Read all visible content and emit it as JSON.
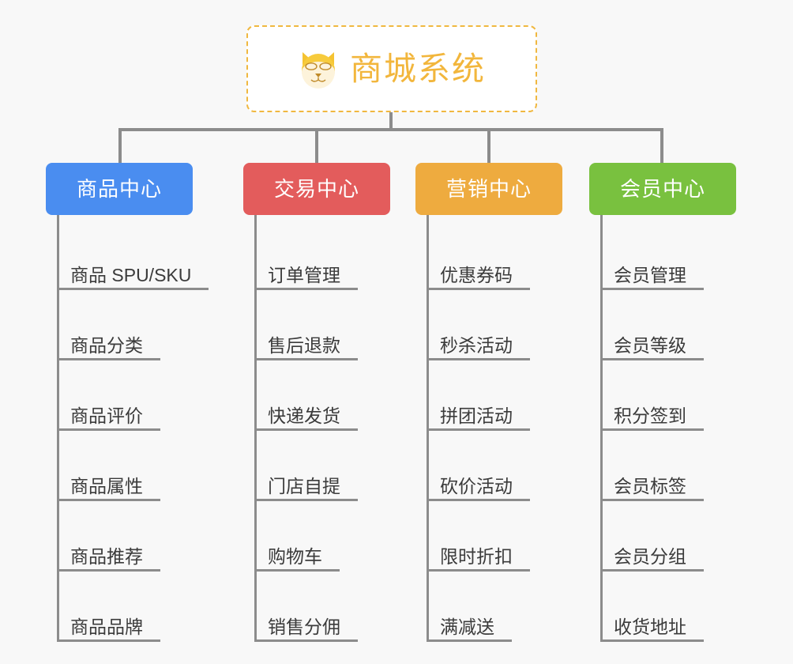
{
  "canvas": {
    "background": "#f8f8f8",
    "connector_color": "#8c8c8c"
  },
  "root": {
    "title": "商城系统",
    "icon": "shiba-dog-icon",
    "text_color": "#f2b63c",
    "border_color": "#f0b840",
    "background": "#ffffff"
  },
  "branches": [
    {
      "label": "商品中心",
      "color": "#4a8df0",
      "items": [
        "商品 SPU/SKU",
        "商品分类",
        "商品评价",
        "商品属性",
        "商品推荐",
        "商品品牌"
      ]
    },
    {
      "label": "交易中心",
      "color": "#e35c5c",
      "items": [
        "订单管理",
        "售后退款",
        "快递发货",
        "门店自提",
        "购物车",
        "销售分佣"
      ]
    },
    {
      "label": "营销中心",
      "color": "#eeab3f",
      "items": [
        "优惠券码",
        "秒杀活动",
        "拼团活动",
        "砍价活动",
        "限时折扣",
        "满减送"
      ]
    },
    {
      "label": "会员中心",
      "color": "#79c13f",
      "items": [
        "会员管理",
        "会员等级",
        "积分签到",
        "会员标签",
        "会员分组",
        "收货地址"
      ]
    }
  ]
}
